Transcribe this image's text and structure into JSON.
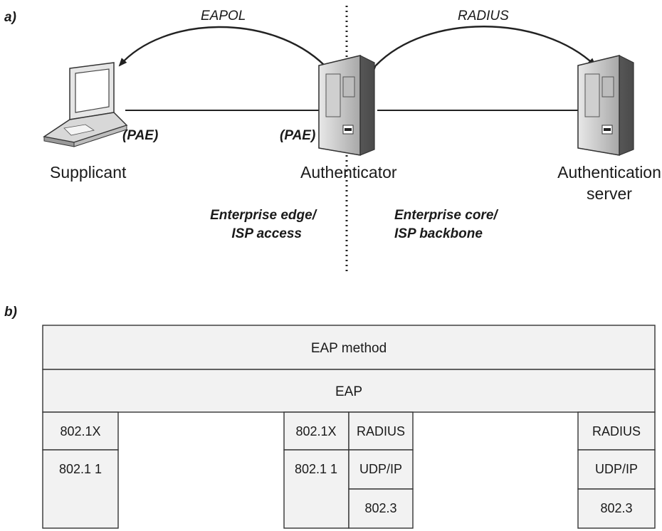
{
  "panel_a": {
    "panel_label": "a)",
    "eapol_label": "EAPOL",
    "radius_label": "RADIUS",
    "supplicant_label": "Supplicant",
    "supplicant_pae": "(PAE)",
    "authenticator_label": "Authenticator",
    "authenticator_pae": "(PAE)",
    "auth_server_label_line1": "Authentication",
    "auth_server_label_line2": "server",
    "edge_line1": "Enterprise edge/",
    "edge_line2": "ISP access",
    "core_line1": "Enterprise core/",
    "core_line2": "ISP backbone"
  },
  "panel_b": {
    "panel_label": "b)",
    "eap_method": "EAP method",
    "eap": "EAP",
    "supplicant_stack": [
      "802.1X",
      "802.1 1"
    ],
    "authenticator_left_stack": [
      "802.1X",
      "802.1 1"
    ],
    "authenticator_right_stack": [
      "RADIUS",
      "UDP/IP",
      "802.3"
    ],
    "server_stack": [
      "RADIUS",
      "UDP/IP",
      "802.3"
    ]
  },
  "colors": {
    "cell_fill": "#f2f2f2",
    "line": "#333333"
  }
}
